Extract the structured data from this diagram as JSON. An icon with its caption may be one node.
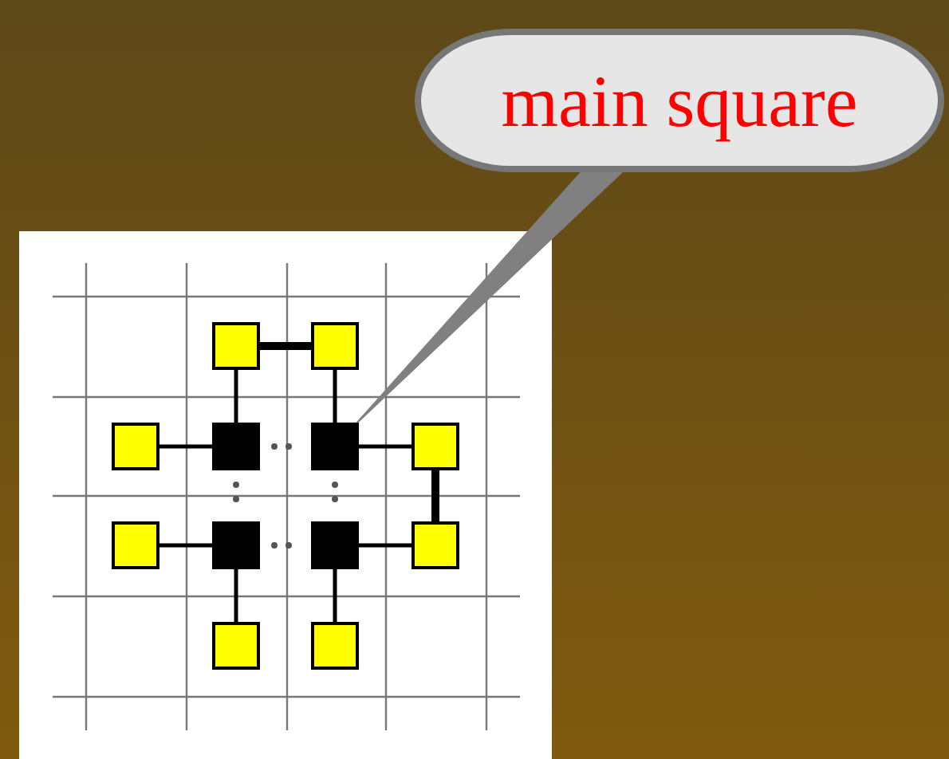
{
  "diagram": {
    "nodes": [
      {
        "text": [
          "main square"
        ]
      },
      {
        "text": [],
        "shape": "box"
      },
      {
        "text": [],
        "shape": "box"
      },
      {
        "text": [],
        "shape": "box"
      },
      {
        "text": [],
        "shape": "box"
      },
      {
        "text": [],
        "shape": "box"
      },
      {
        "text": [],
        "shape": "box"
      },
      {
        "text": [],
        "shape": "box"
      },
      {
        "text": [],
        "shape": "box"
      },
      {
        "text": [],
        "shape": "box"
      },
      {
        "text": [],
        "shape": "box"
      },
      {
        "text": [],
        "shape": "box"
      },
      {
        "text": [],
        "shape": "box"
      }
    ],
    "edges": [
      {
        "from": 1,
        "to": 2,
        "arrow": "none",
        "style": "thick"
      },
      {
        "from": 1,
        "to": 4,
        "arrow": "none"
      },
      {
        "from": 2,
        "to": 5,
        "arrow": "none"
      },
      {
        "from": 3,
        "to": 4,
        "arrow": "none"
      },
      {
        "from": 4,
        "to": 5,
        "arrow": "none",
        "style": "dashed",
        "color": "#555555"
      },
      {
        "from": 5,
        "to": 6,
        "arrow": "none"
      },
      {
        "from": 6,
        "to": 10,
        "arrow": "none",
        "style": "thick"
      },
      {
        "from": 4,
        "to": 8,
        "arrow": "none",
        "style": "dashed",
        "color": "#555555"
      },
      {
        "from": 5,
        "to": 9,
        "arrow": "none",
        "style": "dashed",
        "color": "#555555"
      },
      {
        "from": 7,
        "to": 8,
        "arrow": "none"
      },
      {
        "from": 8,
        "to": 9,
        "arrow": "none",
        "style": "dashed",
        "color": "#555555"
      },
      {
        "from": 9,
        "to": 10,
        "arrow": "none"
      },
      {
        "from": 8,
        "to": 11,
        "arrow": "none"
      },
      {
        "from": 9,
        "to": 12,
        "arrow": "none"
      },
      {
        "from": 0,
        "to": 5,
        "arrow": "none",
        "color": "#808080"
      }
    ]
  }
}
